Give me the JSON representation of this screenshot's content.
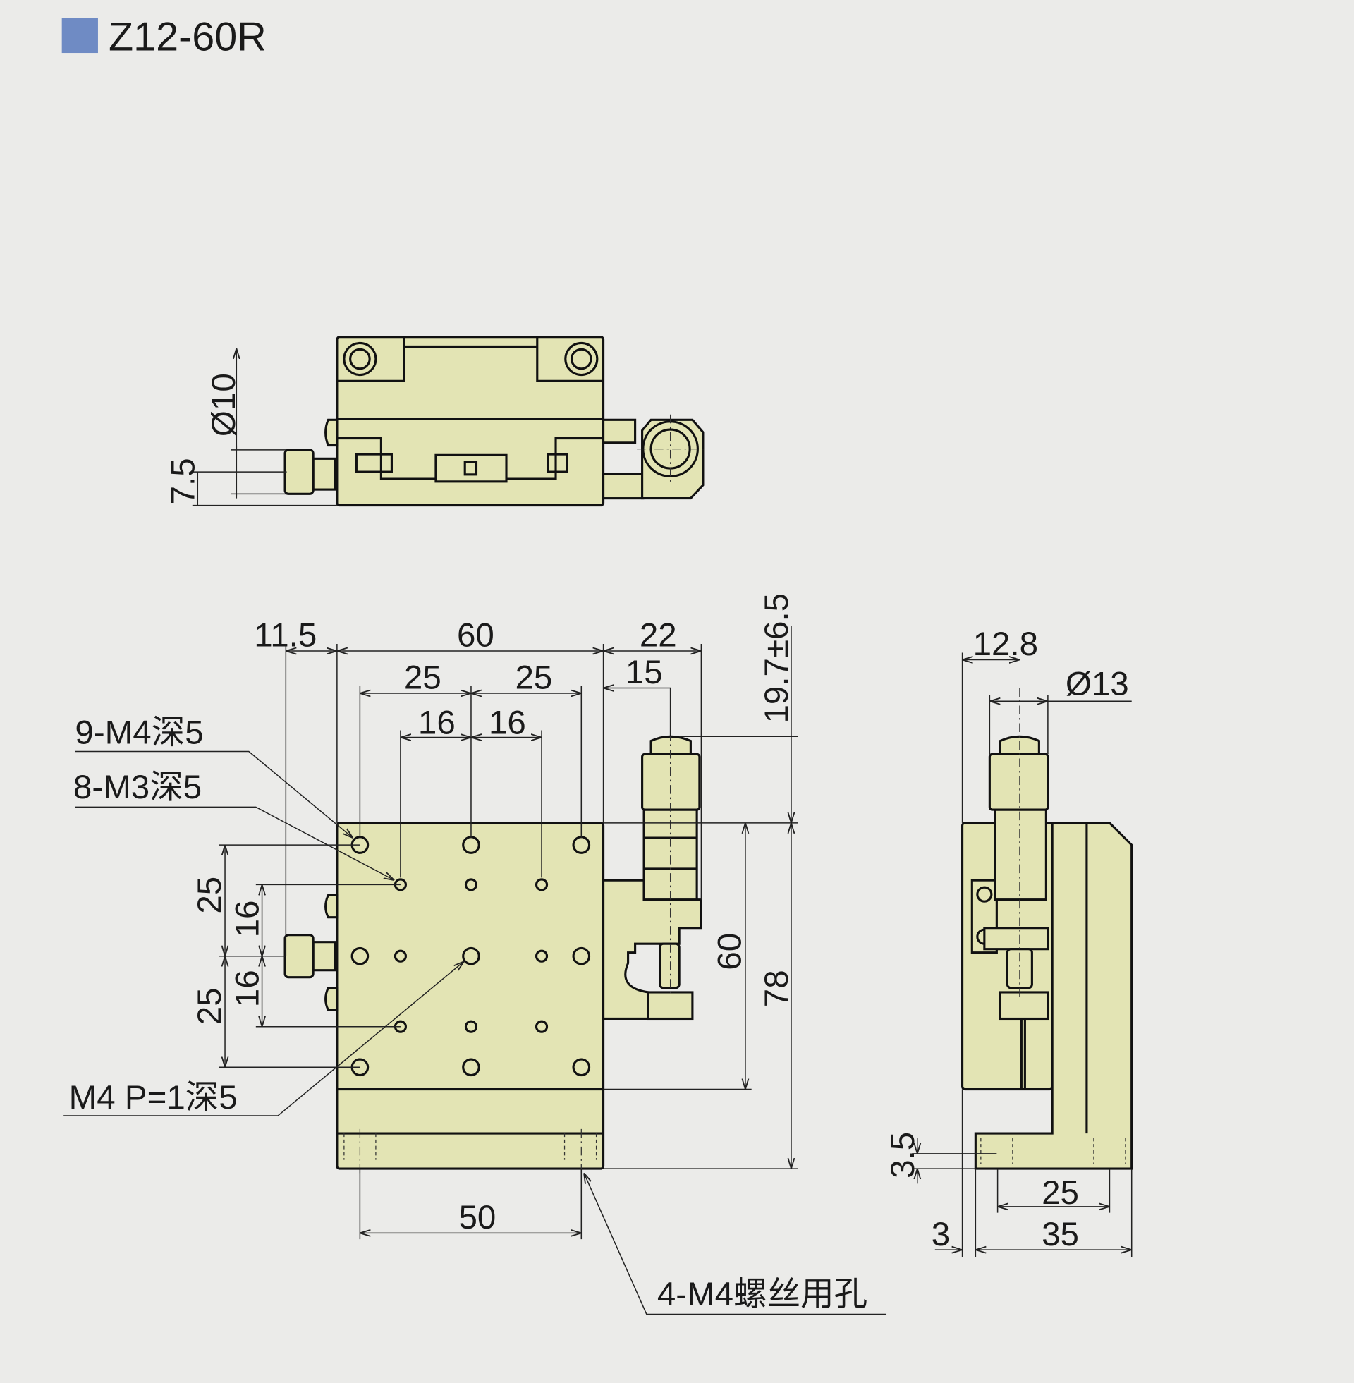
{
  "header": {
    "title": "Z12-60R",
    "marker_color": "#6f8bc4"
  },
  "colors": {
    "part_fill": "#e3e4b4",
    "background": "#ebebe9"
  },
  "top_view": {
    "dim_d10": "Ø10",
    "dim_7_5": "7.5"
  },
  "front_view": {
    "dim_11_5": "11.5",
    "dim_60_top": "60",
    "dim_22": "22",
    "dim_15": "15",
    "dim_25_a": "25",
    "dim_25_b": "25",
    "dim_16_a": "16",
    "dim_16_b": "16",
    "dim_19_7": "19.7±6.5",
    "dim_60_v": "60",
    "dim_78": "78",
    "dim_25_left_a": "25",
    "dim_25_left_b": "25",
    "dim_16_left_a": "16",
    "dim_16_left_b": "16",
    "dim_50": "50",
    "label_9m4": "9-M4深5",
    "label_8m3": "8-M3深5",
    "label_m4p1": "M4 P=1深5",
    "label_4m4": "4-M4螺丝用孔"
  },
  "side_view": {
    "dim_12_8": "12.8",
    "dim_d13": "Ø13",
    "dim_3_5": "3.5",
    "dim_3": "3",
    "dim_25": "25",
    "dim_35": "35"
  }
}
